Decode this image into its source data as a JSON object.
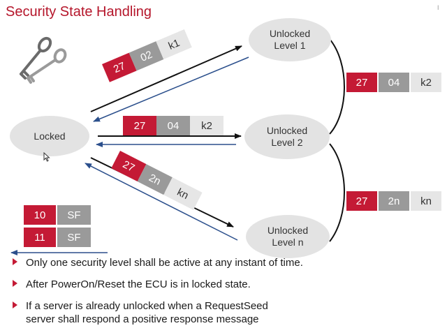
{
  "title": "Security State Handling",
  "corner_mark": "I",
  "states": {
    "locked": "Locked",
    "level1": [
      "Unlocked",
      "Level 1"
    ],
    "level2": [
      "Unlocked",
      "Level 2"
    ],
    "leveln": [
      "Unlocked",
      "Level n"
    ]
  },
  "messages": {
    "to_level1": [
      "27",
      "02",
      "k1"
    ],
    "to_level2": [
      "27",
      "04",
      "k2"
    ],
    "to_leveln": [
      "27",
      "2n",
      "kn"
    ],
    "right_k2": [
      "27",
      "04",
      "k2"
    ],
    "right_kn": [
      "27",
      "2n",
      "kn"
    ],
    "sf1": [
      "10",
      "SF"
    ],
    "sf2": [
      "11",
      "SF"
    ]
  },
  "bullets": [
    "Only one security level shall be active at any instant of time.",
    "After PowerOn/Reset the ECU is in locked state.",
    "If a server is already unlocked when a RequestSeed",
    "server shall respond a positive response message"
  ],
  "colors": {
    "accent": "#c41a35",
    "title": "#b5162b",
    "mid_gray": "#9a9a9a",
    "light_gray": "#e6e6e6",
    "return_arrow": "#2b4f8c"
  },
  "icons": [
    "keys-icon",
    "cursor-icon",
    "bullet-triangle-icon"
  ]
}
